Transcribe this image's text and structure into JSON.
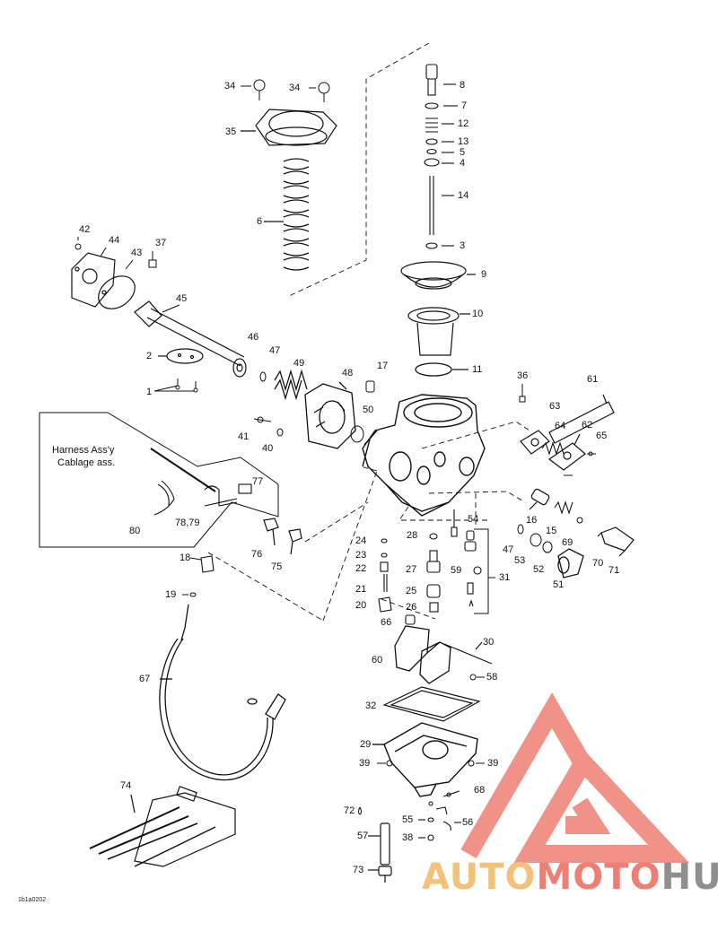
{
  "diagram": {
    "figure_code": "1b1a0202",
    "harness_box": {
      "line1": "Harness Ass'y",
      "line2": "Cablage ass."
    },
    "callouts": [
      {
        "id": "c34a",
        "text": "34"
      },
      {
        "id": "c34b",
        "text": "34"
      },
      {
        "id": "c35",
        "text": "35"
      },
      {
        "id": "c6",
        "text": "6"
      },
      {
        "id": "c8",
        "text": "8"
      },
      {
        "id": "c7",
        "text": "7"
      },
      {
        "id": "c12",
        "text": "12"
      },
      {
        "id": "c13",
        "text": "13"
      },
      {
        "id": "c5",
        "text": "5"
      },
      {
        "id": "c4",
        "text": "4"
      },
      {
        "id": "c14",
        "text": "14"
      },
      {
        "id": "c3",
        "text": "3"
      },
      {
        "id": "c9",
        "text": "9"
      },
      {
        "id": "c10",
        "text": "10"
      },
      {
        "id": "c11",
        "text": "11"
      },
      {
        "id": "c42",
        "text": "42"
      },
      {
        "id": "c44",
        "text": "44"
      },
      {
        "id": "c43",
        "text": "43"
      },
      {
        "id": "c37",
        "text": "37"
      },
      {
        "id": "c45",
        "text": "45"
      },
      {
        "id": "c2",
        "text": "2"
      },
      {
        "id": "c1",
        "text": "1"
      },
      {
        "id": "c46",
        "text": "46"
      },
      {
        "id": "c47a",
        "text": "47"
      },
      {
        "id": "c49",
        "text": "49"
      },
      {
        "id": "c48",
        "text": "48"
      },
      {
        "id": "c17",
        "text": "17"
      },
      {
        "id": "c36",
        "text": "36"
      },
      {
        "id": "c61",
        "text": "61"
      },
      {
        "id": "c41",
        "text": "41"
      },
      {
        "id": "c40",
        "text": "40"
      },
      {
        "id": "c50",
        "text": "50"
      },
      {
        "id": "c63",
        "text": "63"
      },
      {
        "id": "c64",
        "text": "64"
      },
      {
        "id": "c62",
        "text": "62"
      },
      {
        "id": "c65",
        "text": "65"
      },
      {
        "id": "c77",
        "text": "77"
      },
      {
        "id": "c80",
        "text": "80"
      },
      {
        "id": "c7879",
        "text": "78,79"
      },
      {
        "id": "c54",
        "text": "54"
      },
      {
        "id": "c16",
        "text": "16"
      },
      {
        "id": "c15",
        "text": "15"
      },
      {
        "id": "c69",
        "text": "69"
      },
      {
        "id": "c70",
        "text": "70"
      },
      {
        "id": "c71",
        "text": "71"
      },
      {
        "id": "c76",
        "text": "76"
      },
      {
        "id": "c75",
        "text": "75"
      },
      {
        "id": "c24",
        "text": "24"
      },
      {
        "id": "c28",
        "text": "28"
      },
      {
        "id": "c23",
        "text": "23"
      },
      {
        "id": "c22",
        "text": "22"
      },
      {
        "id": "c27",
        "text": "27"
      },
      {
        "id": "c59",
        "text": "59"
      },
      {
        "id": "c31",
        "text": "31"
      },
      {
        "id": "c47b",
        "text": "47"
      },
      {
        "id": "c53",
        "text": "53"
      },
      {
        "id": "c52",
        "text": "52"
      },
      {
        "id": "c51",
        "text": "51"
      },
      {
        "id": "c18",
        "text": "18"
      },
      {
        "id": "c19",
        "text": "19"
      },
      {
        "id": "c21",
        "text": "21"
      },
      {
        "id": "c25",
        "text": "25"
      },
      {
        "id": "c20",
        "text": "20"
      },
      {
        "id": "c26",
        "text": "26"
      },
      {
        "id": "c66",
        "text": "66"
      },
      {
        "id": "c30",
        "text": "30"
      },
      {
        "id": "c60",
        "text": "60"
      },
      {
        "id": "c58",
        "text": "58"
      },
      {
        "id": "c67",
        "text": "67"
      },
      {
        "id": "c32",
        "text": "32"
      },
      {
        "id": "c29",
        "text": "29"
      },
      {
        "id": "c39a",
        "text": "39"
      },
      {
        "id": "c39b",
        "text": "39"
      },
      {
        "id": "c74",
        "text": "74"
      },
      {
        "id": "c68",
        "text": "68"
      },
      {
        "id": "c72",
        "text": "72"
      },
      {
        "id": "c55",
        "text": "55"
      },
      {
        "id": "c56",
        "text": "56"
      },
      {
        "id": "c57",
        "text": "57"
      },
      {
        "id": "c38",
        "text": "38"
      },
      {
        "id": "c73",
        "text": "73"
      }
    ]
  },
  "watermark": {
    "part1": "AUTO",
    "part2": "MOTO",
    "part3": "HUB",
    "colors": {
      "auto": "#f2c27a",
      "moto": "#ef7f74",
      "hub": "#8f8f8f",
      "triangle": "#ef7f74"
    }
  }
}
